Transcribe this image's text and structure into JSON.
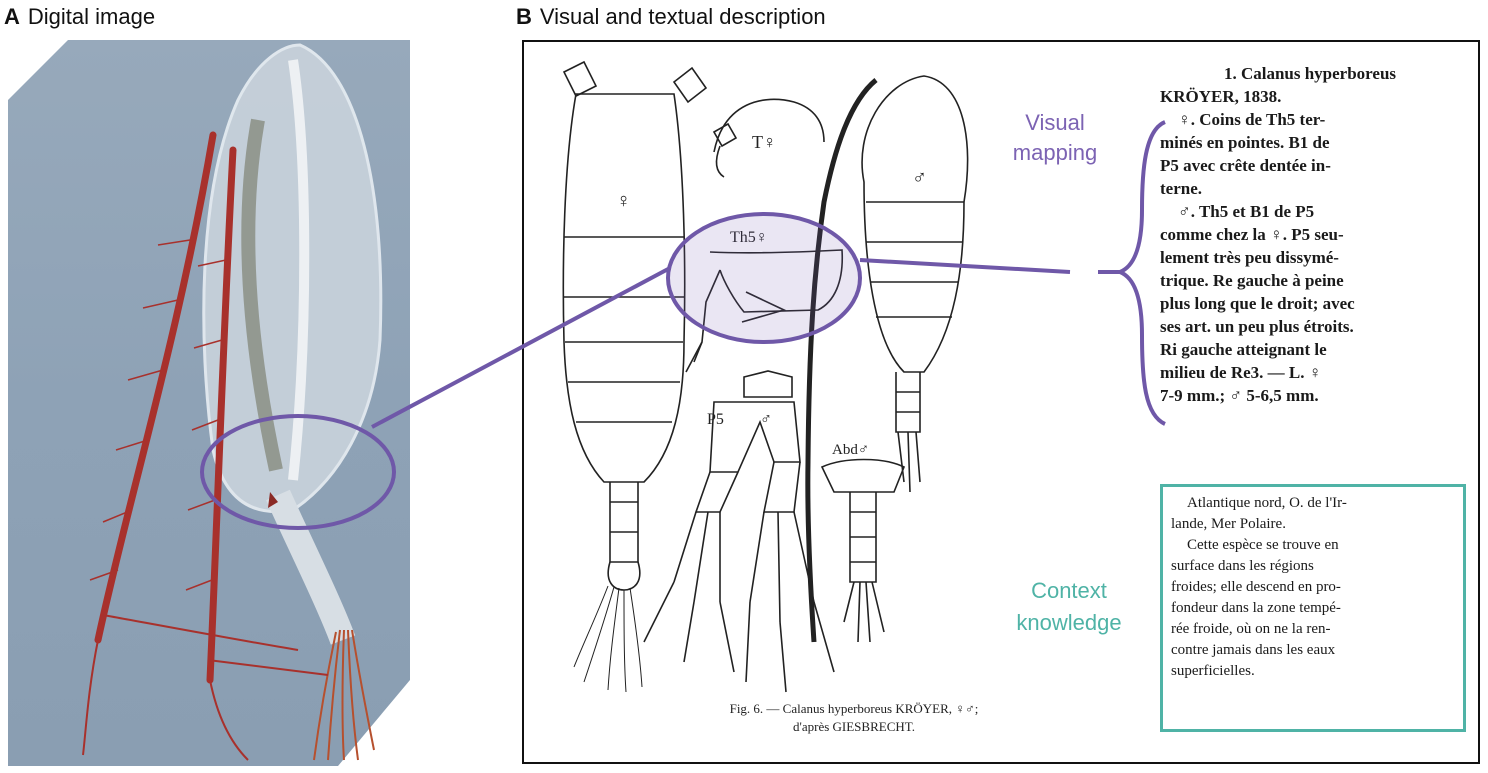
{
  "panel_a": {
    "letter": "A",
    "title": "Digital image"
  },
  "panel_b": {
    "letter": "B",
    "title": "Visual and textual description"
  },
  "plate": {
    "labels": {
      "female_main": "♀",
      "male_main": "♂",
      "t_female": "T♀",
      "th5_female": "Th5♀",
      "p5": "P5",
      "p5_male": "♂",
      "abd_male": "Abd♂"
    },
    "caption": [
      "Fig. 6. — Calanus hyperboreus KRÖYER, ♀♂;",
      "d'après GIESBRECHT."
    ]
  },
  "description": {
    "lines": [
      "1. Calanus hyperboreus",
      "KRÖYER, 1838.",
      "♀. Coins de Th5 ter-",
      "minés en pointes. B1 de",
      "P5 avec crête dentée in-",
      "terne.",
      "♂. Th5 et B1 de P5",
      "comme chez la ♀. P5 seu-",
      "lement très peu dissymé-",
      "trique. Re gauche à peine",
      "plus long que le droit; avec",
      "ses art. un peu plus étroits.",
      "Ri gauche atteignant le",
      "milieu de Re3. — L. ♀",
      "7-9 mm.; ♂ 5-6,5 mm."
    ]
  },
  "context": {
    "lines": [
      "Atlantique nord, O. de l'Ir-",
      "lande, Mer Polaire.",
      "Cette espèce se trouve en",
      "surface dans les régions",
      "froides; elle descend en pro-",
      "fondeur dans la zone tempé-",
      "rée froide, où on ne la ren-",
      "contre jamais dans les eaux",
      "superficielles."
    ]
  },
  "annotations": {
    "visual_mapping": [
      "Visual",
      "mapping"
    ],
    "context_knowledge": [
      "Context",
      "knowledge"
    ]
  },
  "colors": {
    "visual": "#7c63b3",
    "context": "#4fb3a6",
    "antenna": "#a8312c"
  }
}
